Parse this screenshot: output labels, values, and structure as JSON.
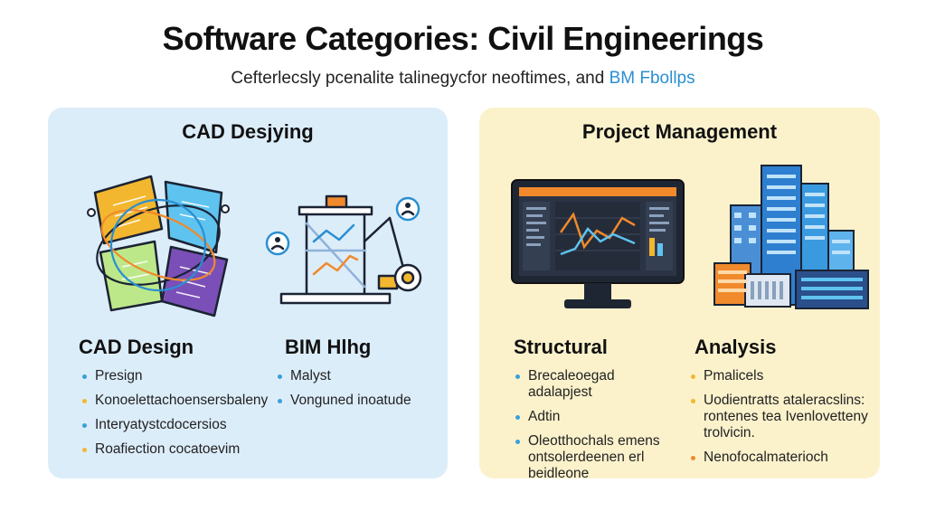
{
  "header": {
    "title": "Software Categories: Civil Engineerings",
    "subtitle_main": "Cefterlecsly pcenalite talinegycfor neoftimes, and ",
    "subtitle_highlight": "BM Fbollps"
  },
  "left_panel": {
    "title": "CAD Desjying",
    "columns": [
      {
        "heading": "CAD Design",
        "items": [
          "Presign",
          "Konoelettachoensersbaleny",
          "Interyatystcdocersios",
          "Roafiection cocatoevim"
        ]
      },
      {
        "heading": "BIM Hlhg",
        "items": [
          "Malyst",
          "Vonguned inoatude"
        ]
      }
    ]
  },
  "right_panel": {
    "title": "Project Management",
    "columns": [
      {
        "heading": "Structural",
        "items": [
          "Brecaleoegad adalapjest",
          "Adtin",
          "Oleotthochals emens ontsolerdeenen erl beidleone"
        ]
      },
      {
        "heading": "Analysis",
        "items": [
          "Pmalicels",
          "Uodientratts ataleracslins: rontenes tea Ivenlovetteny trolvicin.",
          "Nenofocalmaterioch"
        ]
      }
    ]
  },
  "colors": {
    "left_panel_bg": "#dcedfa",
    "right_panel_bg": "#fbf2cc",
    "accent_blue": "#2a8fd1",
    "accent_orange": "#f08a2c",
    "accent_yellow": "#f3b72f"
  },
  "icons": [
    "interlocking-puzzle-icon",
    "crane-chart-icon",
    "monitor-dashboard-icon",
    "city-buildings-icon"
  ]
}
